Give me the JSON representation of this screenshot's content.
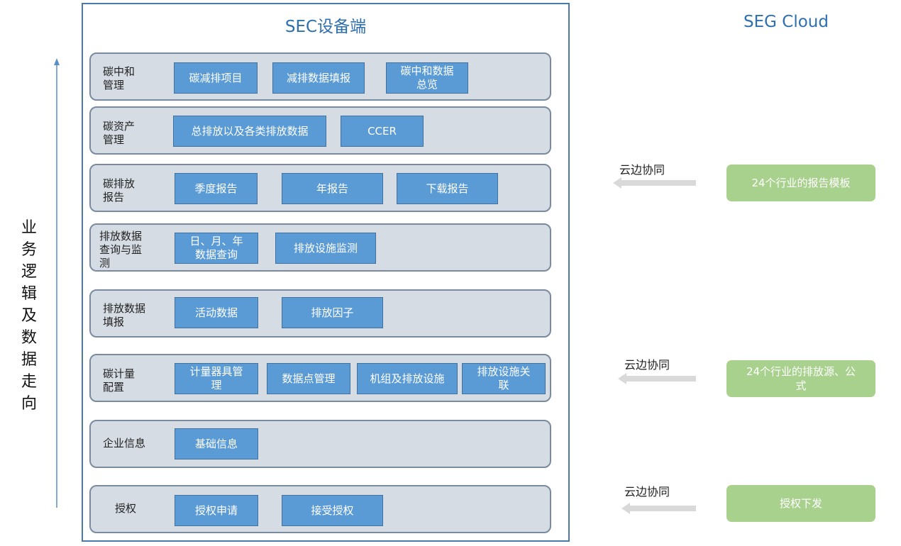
{
  "sec_title": "SEC设备端",
  "cloud_title": "SEG Cloud",
  "vertical_label": [
    "业",
    "务",
    "逻",
    "辑",
    "及",
    "数",
    "据",
    "走",
    "向"
  ],
  "rows": [
    {
      "label": [
        "碳中和",
        "管理"
      ],
      "boxes": [
        [
          "碳减排项目"
        ],
        [
          "减排数据填报"
        ],
        [
          "碳中和数据",
          "总览"
        ]
      ]
    },
    {
      "label": [
        "碳资产",
        "管理"
      ],
      "boxes": [
        [
          "总排放以及各类排放数据"
        ],
        [
          "CCER"
        ]
      ]
    },
    {
      "label": [
        "碳排放",
        "报告"
      ],
      "boxes": [
        [
          "季度报告"
        ],
        [
          "年报告"
        ],
        [
          "下载报告"
        ]
      ]
    },
    {
      "label": [
        "排放数据",
        "查询与监",
        "测"
      ],
      "boxes": [
        [
          "日、月、年",
          "数据查询"
        ],
        [
          "排放设施监测"
        ]
      ]
    },
    {
      "label": [
        "排放数据",
        "填报"
      ],
      "boxes": [
        [
          "活动数据"
        ],
        [
          "排放因子"
        ]
      ]
    },
    {
      "label": [
        "碳计量",
        "配置"
      ],
      "boxes": [
        [
          "计量器具管",
          "理"
        ],
        [
          "数据点管理"
        ],
        [
          "机组及排放设施"
        ],
        [
          "排放设施关",
          "联"
        ]
      ]
    },
    {
      "label": [
        "企业信息"
      ],
      "boxes": [
        [
          "基础信息"
        ]
      ]
    },
    {
      "label": [
        "授权"
      ],
      "boxes": [
        [
          "授权申请"
        ],
        [
          "接受授权"
        ]
      ]
    }
  ],
  "cloud_items": [
    {
      "sync_label": "云边协同",
      "box": [
        "24个行业的报告模板"
      ]
    },
    {
      "sync_label": "云边协同",
      "box": [
        "24个行业的排放源、公",
        "式"
      ]
    },
    {
      "sync_label": "云边协同",
      "box": [
        "授权下发"
      ]
    }
  ]
}
